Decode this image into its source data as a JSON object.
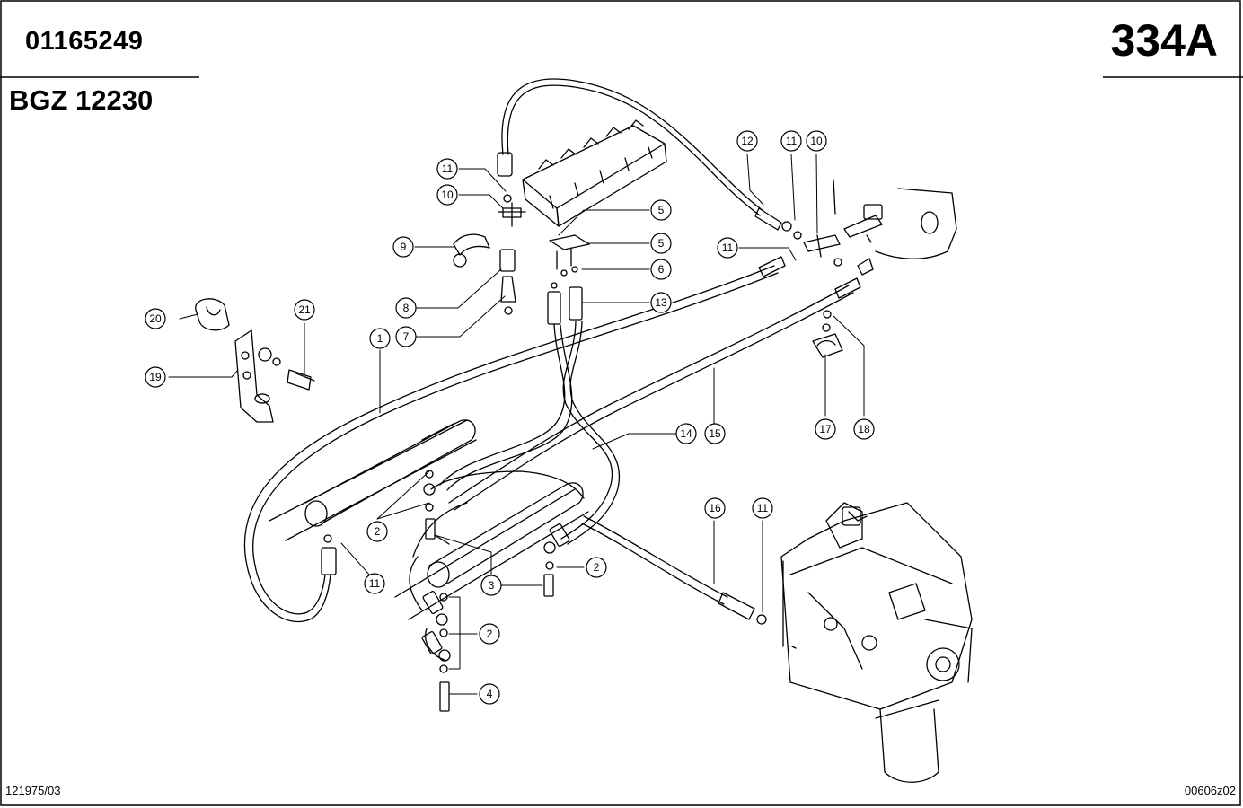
{
  "header": {
    "part_number": "01165249",
    "group_number": "BGZ 12230",
    "page_number": "334A"
  },
  "footer": {
    "left_code": "121975/03",
    "right_code": "00606z02"
  },
  "callouts": {
    "c1": "1",
    "c2a": "2",
    "c2b": "2",
    "c2c": "2",
    "c3": "3",
    "c4": "4",
    "c5a": "5",
    "c5b": "5",
    "c6": "6",
    "c7": "7",
    "c8": "8",
    "c9": "9",
    "c10a": "10",
    "c10b": "10",
    "c11a": "11",
    "c11b": "11",
    "c11c": "11",
    "c11d": "11",
    "c11e": "11",
    "c12": "12",
    "c13": "13",
    "c14": "14",
    "c15": "15",
    "c16": "16",
    "c17": "17",
    "c18": "18",
    "c19": "19",
    "c20": "20",
    "c21": "21"
  }
}
